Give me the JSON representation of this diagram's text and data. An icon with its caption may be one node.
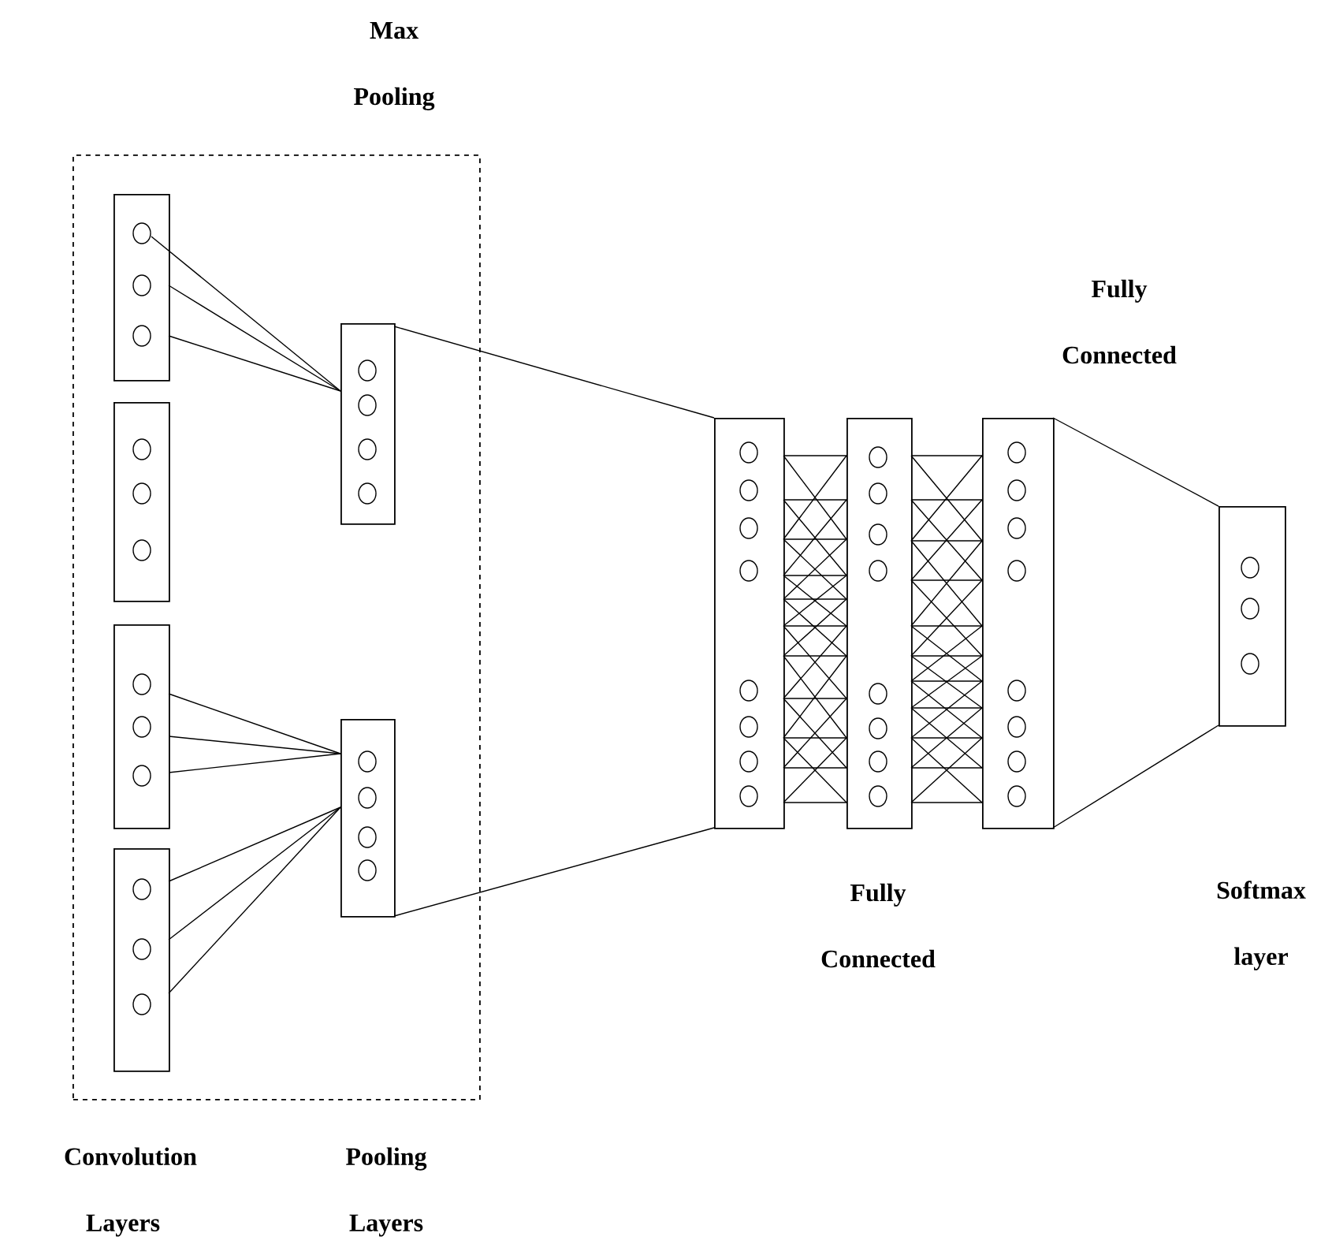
{
  "diagram": {
    "nodes": [
      {
        "text": [
          "Max Pooling"
        ]
      },
      {
        "text": [],
        "shape": "box",
        "in": 0
      },
      {
        "text": [],
        "shape": "box",
        "in": 0
      },
      {
        "text": [],
        "shape": "box",
        "in": 0
      },
      {
        "text": [],
        "shape": "box",
        "in": 0
      },
      {
        "text": [],
        "shape": "box",
        "in": 0
      },
      {
        "text": [],
        "shape": "box",
        "in": 0
      },
      {
        "text": [],
        "shape": "box"
      },
      {
        "text": [],
        "shape": "box"
      },
      {
        "text": [],
        "shape": "box"
      },
      {
        "text": [],
        "shape": "box"
      }
    ],
    "edges": [
      {
        "from": 1,
        "to": 5,
        "arrow": "none"
      },
      {
        "from": 1,
        "to": 5,
        "arrow": "none"
      },
      {
        "from": 1,
        "to": 5,
        "arrow": "none"
      },
      {
        "from": 3,
        "to": 6,
        "arrow": "none"
      },
      {
        "from": 3,
        "to": 6,
        "arrow": "none"
      },
      {
        "from": 3,
        "to": 6,
        "arrow": "none"
      },
      {
        "from": 4,
        "to": 6,
        "arrow": "none"
      },
      {
        "from": 4,
        "to": 6,
        "arrow": "none"
      },
      {
        "from": 4,
        "to": 6,
        "arrow": "none"
      },
      {
        "from": 5,
        "to": 7,
        "arrow": "none"
      },
      {
        "from": 6,
        "to": 7,
        "arrow": "none"
      },
      {
        "from": 9,
        "to": 10,
        "arrow": "none"
      },
      {
        "from": 9,
        "to": 10,
        "arrow": "none"
      }
    ],
    "labels": [
      "Fully Connected",
      "Fully Connected",
      "Softmax layer",
      "Convolution Layers",
      "Pooling Layers"
    ]
  }
}
